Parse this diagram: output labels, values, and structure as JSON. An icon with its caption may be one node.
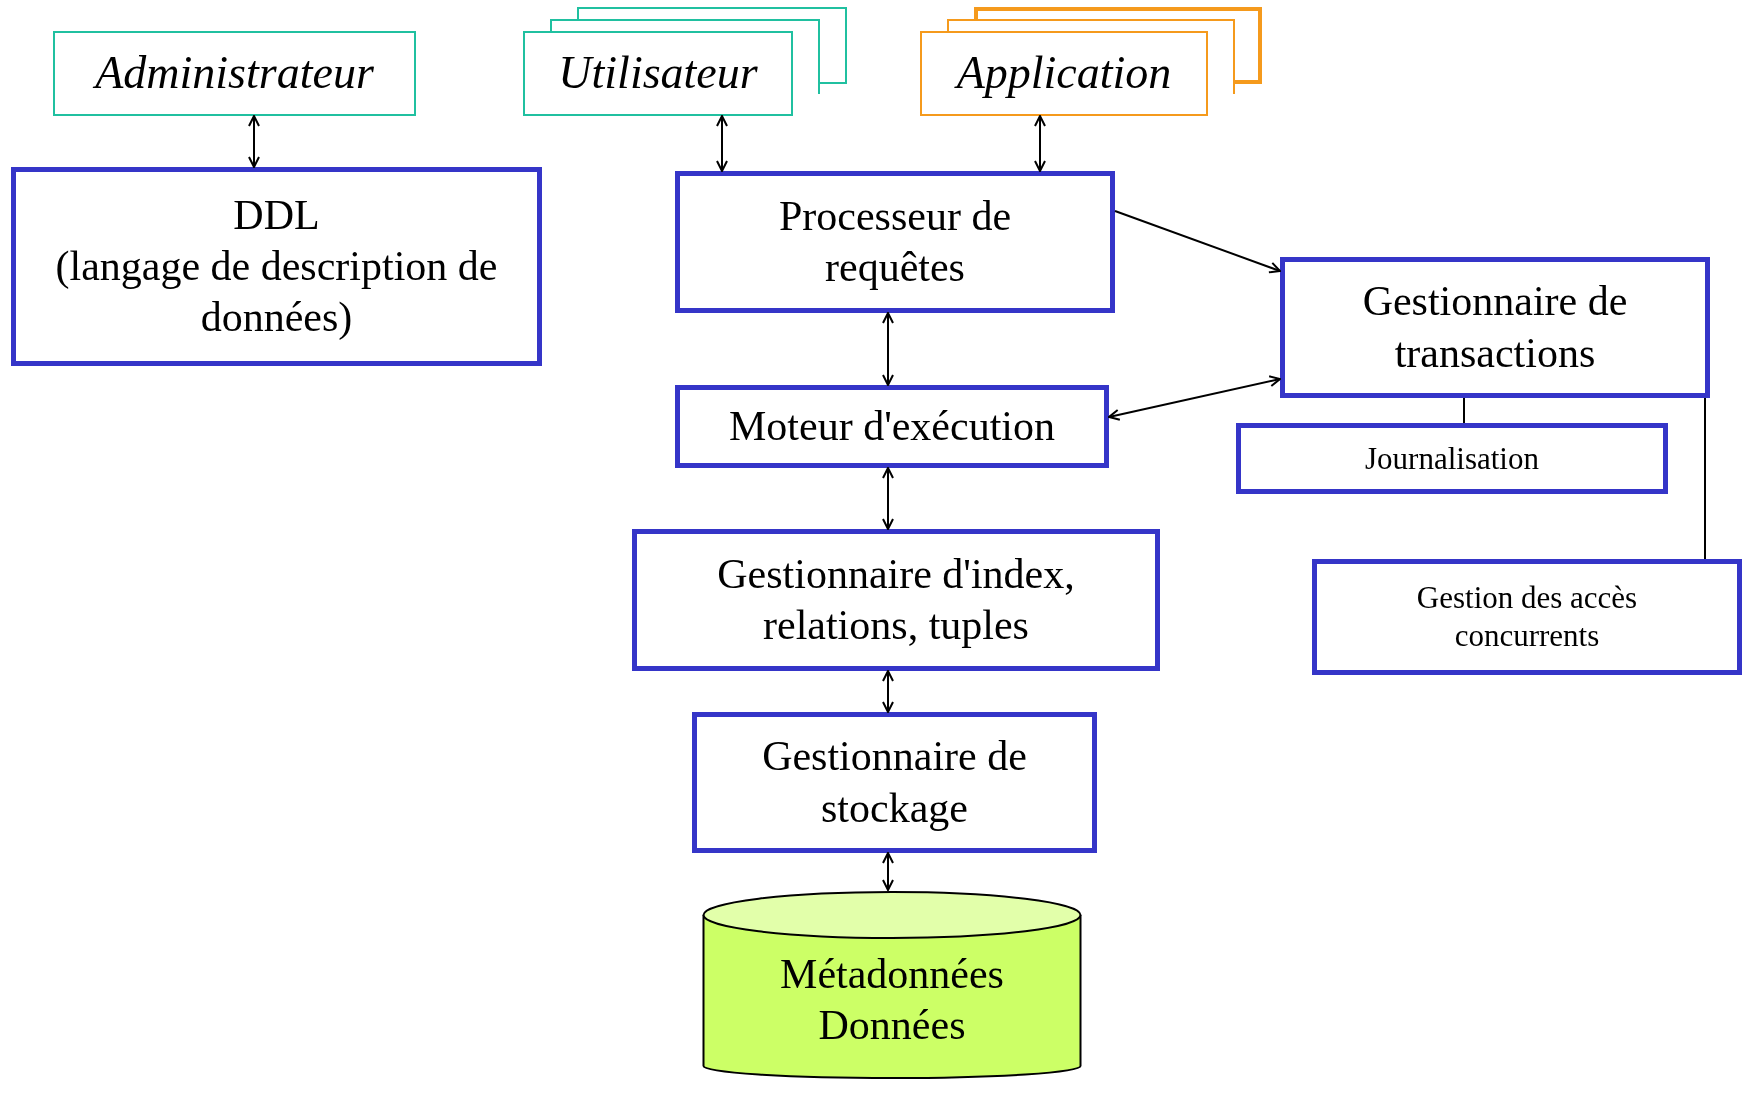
{
  "diagram": {
    "nodes": [
      {
        "text": [
          "Administrateur"
        ]
      },
      {
        "text": [
          "Utilisateur"
        ]
      },
      {
        "text": [
          "Application"
        ]
      },
      {
        "text": [
          "DDL",
          "(langage de description de données)"
        ]
      },
      {
        "text": [
          "Processeur de requêtes"
        ]
      },
      {
        "text": [
          "Gestionnaire de transactions"
        ]
      },
      {
        "text": [
          "Moteur d'exécution"
        ]
      },
      {
        "text": [
          "Journalisation"
        ]
      },
      {
        "text": [
          "Gestionnaire d'index, relations, tuples"
        ]
      },
      {
        "text": [
          "Gestion des accès concurrents"
        ]
      },
      {
        "text": [
          "Gestionnaire de stockage"
        ]
      },
      {
        "text": [
          "Métadonnées",
          "Données"
        ]
      }
    ],
    "edges": [
      {
        "from": 0,
        "to": 3,
        "arrow": "both"
      },
      {
        "from": 1,
        "to": 4,
        "arrow": "both"
      },
      {
        "from": 2,
        "to": 4,
        "arrow": "both"
      },
      {
        "from": 4,
        "to": 5,
        "arrow": "to"
      },
      {
        "from": 4,
        "to": 6,
        "arrow": "both"
      },
      {
        "from": 6,
        "to": 5,
        "arrow": "both"
      },
      {
        "from": 5,
        "to": 7,
        "arrow": "none"
      },
      {
        "from": 6,
        "to": 8,
        "arrow": "both"
      },
      {
        "from": 5,
        "to": 9,
        "arrow": "none"
      },
      {
        "from": 8,
        "to": 10,
        "arrow": "both"
      },
      {
        "from": 10,
        "to": 11,
        "arrow": "both"
      }
    ]
  }
}
